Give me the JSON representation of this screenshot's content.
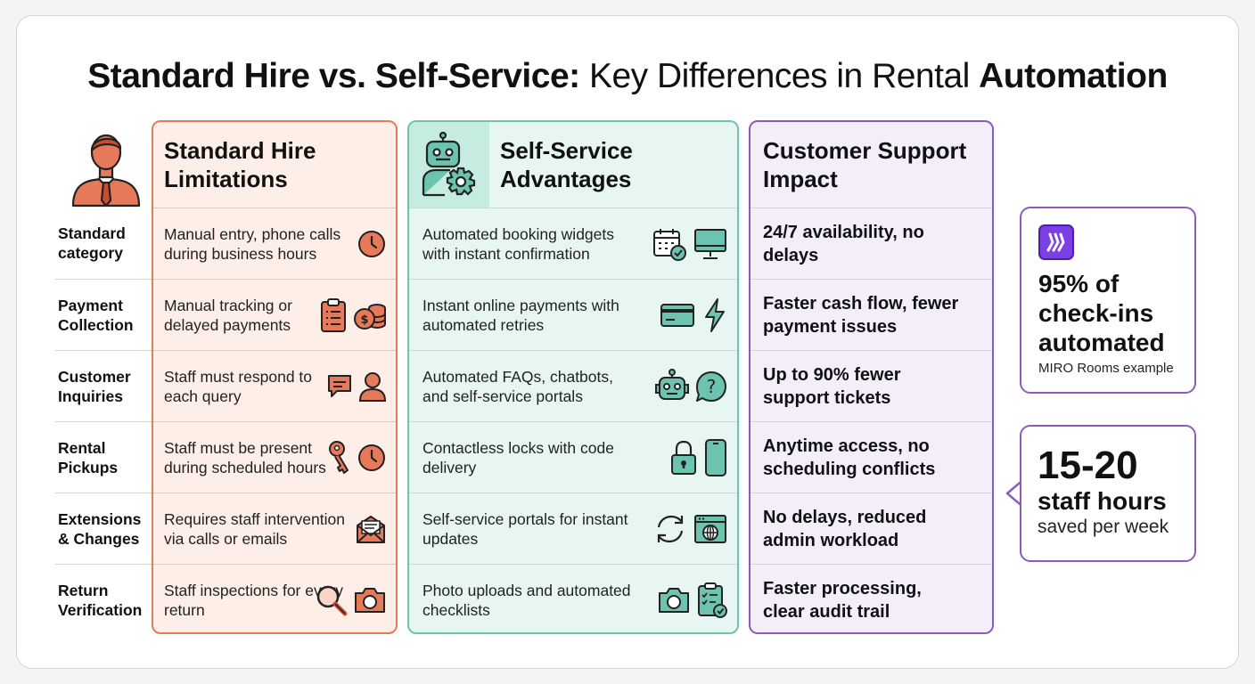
{
  "title": {
    "part1_bold": "Standard Hire vs. Self-Service:",
    "part2_normal": " Key Differences in Rental ",
    "part3_bold": "Automation"
  },
  "row_labels": [
    "Standard category",
    "Payment Collection",
    "Customer Inquiries",
    "Rental Pickups",
    "Extensions & Changes",
    "Return Verification"
  ],
  "columns": {
    "standard": {
      "heading": "Standard Hire Limitations",
      "accent_color": "#e5795a",
      "rows": [
        {
          "text": "Manual entry, phone calls during business hours",
          "icons": [
            "clock-icon"
          ]
        },
        {
          "text": "Manual tracking or delayed payments",
          "icons": [
            "clipboard-list-icon",
            "coins-icon"
          ]
        },
        {
          "text": "Staff must respond to each query",
          "icons": [
            "chat-bubble-icon",
            "user-icon"
          ]
        },
        {
          "text": "Staff must be present during scheduled hours",
          "icons": [
            "key-icon",
            "clock-icon"
          ]
        },
        {
          "text": "Requires staff intervention via calls or emails",
          "icons": [
            "envelope-icon"
          ]
        },
        {
          "text": "Staff inspections for every return",
          "icons": [
            "magnifier-icon",
            "camera-icon"
          ]
        }
      ]
    },
    "self_service": {
      "heading": "Self-Service Advantages",
      "accent_color": "#6cc4b0",
      "rows": [
        {
          "text": "Automated booking widgets with instant confirmation",
          "icons": [
            "calendar-check-icon",
            "monitor-icon"
          ]
        },
        {
          "text": "Instant online payments with automated retries",
          "icons": [
            "credit-card-icon",
            "lightning-icon"
          ]
        },
        {
          "text": "Automated FAQs, chatbots, and self-service portals",
          "icons": [
            "robot-icon",
            "question-icon"
          ]
        },
        {
          "text": "Contactless locks with code delivery",
          "icons": [
            "padlock-icon",
            "smartphone-icon"
          ]
        },
        {
          "text": "Self-service portals for instant updates",
          "icons": [
            "refresh-icon",
            "web-portal-icon"
          ]
        },
        {
          "text": "Photo uploads and automated checklists",
          "icons": [
            "camera-icon",
            "checklist-icon"
          ]
        }
      ]
    },
    "impact": {
      "heading": "Customer Support Impact",
      "accent_color": "#8a5cc0",
      "rows": [
        "24/7 availability, no delays",
        "Faster cash flow, fewer payment issues",
        "Up to 90% fewer support tickets",
        "Anytime access, no scheduling conflicts",
        "No delays, reduced admin workload",
        "Faster processing, clear audit trail"
      ]
    }
  },
  "stats": {
    "checkins": {
      "headline": "95% of check-ins automated",
      "caption": "MIRO Rooms example"
    },
    "hours": {
      "number": "15-20",
      "unit": "staff hours",
      "caption": "saved per week"
    }
  }
}
